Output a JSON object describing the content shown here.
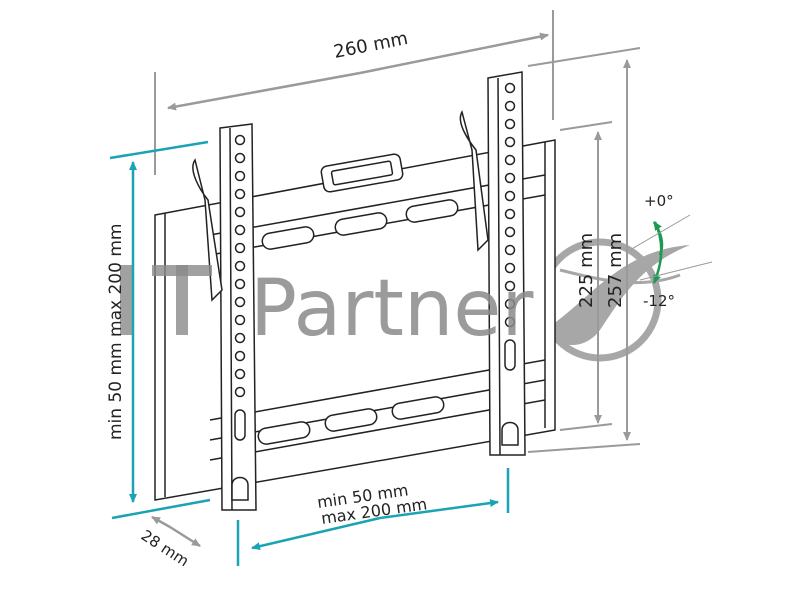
{
  "diagram": {
    "subject": "Tilting TV wall mount bracket",
    "watermark": {
      "text": "ITPartner",
      "text_part1": "IT",
      "text_part2": "Partner",
      "color": "#8a8a8a"
    },
    "colors": {
      "dimension_gray": "#9a9a9a",
      "dimension_teal": "#1aa3b4",
      "tilt_arrow_green": "#1a9a52",
      "line_art": "#222222"
    },
    "dimensions": {
      "overall_width": "260 mm",
      "vertical_hole_span": "min 50 mm max 200 mm",
      "horizontal_hole_span_line1": "min 50 mm",
      "horizontal_hole_span_line2": "max 200 mm",
      "depth": "28 mm",
      "inner_height": "225 mm",
      "outer_height": "257 mm"
    },
    "tilt": {
      "upper": "+0°",
      "lower": "-12°"
    }
  }
}
